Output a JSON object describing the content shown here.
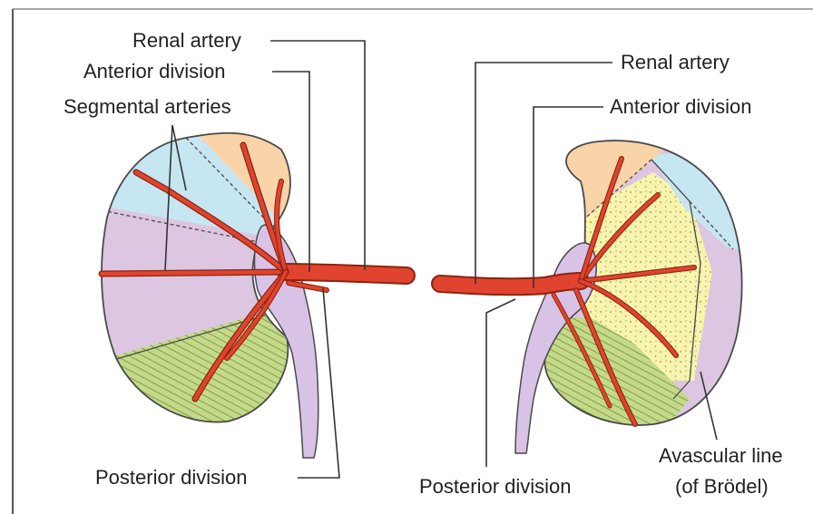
{
  "labels": {
    "left": {
      "renal_artery": "Renal artery",
      "anterior_division": "Anterior division",
      "segmental_arteries": "Segmental arteries",
      "posterior_division": "Posterior division"
    },
    "right": {
      "renal_artery": "Renal artery",
      "anterior_division": "Anterior division",
      "posterior_division": "Posterior division",
      "avascular_line": "Avascular line",
      "avascular_line_sub": "(of Brödel)"
    }
  },
  "colors": {
    "apical_segment": "#f9d4a8",
    "upper_anterior_segment": "#c6e6f2",
    "middle_segment": "#dcc6e2",
    "lower_segment": "#c4d98a",
    "posterior_segment": "#f6f4ae",
    "artery": "#e0442e",
    "artery_dark": "#8a2410",
    "pelvis_ureter": "#d8c3e6",
    "outline": "#4a4a4a",
    "leader_line": "#333333"
  }
}
